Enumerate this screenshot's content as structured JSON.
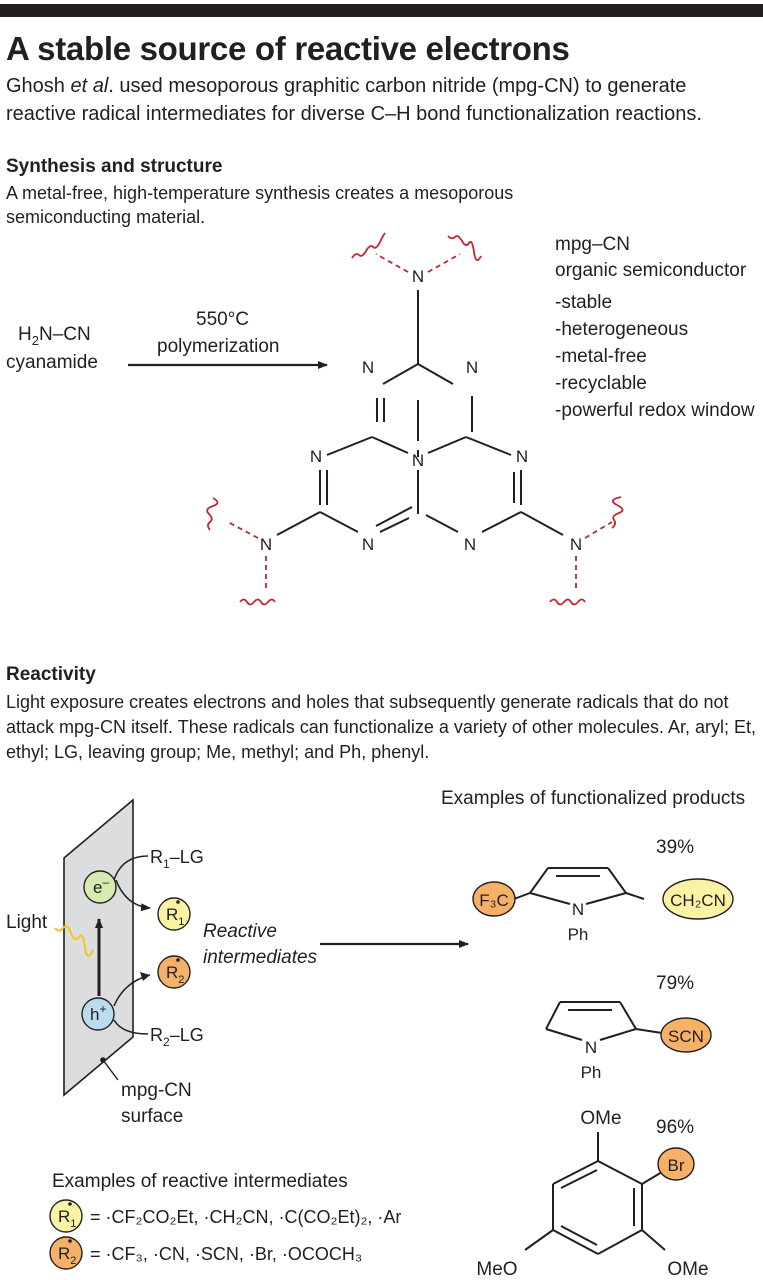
{
  "header": {
    "title": "A stable source of reactive electrons",
    "dek_author": "Ghosh",
    "dek_etal": "et al",
    "dek_rest": ". used mesoporous graphitic carbon nitride (mpg-CN) to generate reactive radical intermediates for diverse C–H bond functionalization reactions."
  },
  "synthesis": {
    "heading": "Synthesis and structure",
    "body": "A metal-free, high-temperature synthesis creates a mesoporous semiconducting material.",
    "reagent_h": "H",
    "reagent_sub": "2",
    "reagent_rest": "N–CN",
    "reagent_name": "cyanamide",
    "condition_temp": "550°C",
    "condition_process": "polymerization",
    "atom_n": "N",
    "material_name": "mpg–CN",
    "material_type": "organic semiconductor",
    "properties": [
      "-stable",
      "-heterogeneous",
      "-metal-free",
      "-recyclable",
      "-powerful redox window"
    ]
  },
  "reactivity": {
    "heading": "Reactivity",
    "body": "Light exposure creates electrons and holes that subsequently generate radicals that do not attack mpg-CN itself. These radicals can functionalize a variety of other molecules. Ar, aryl; Et, ethyl; LG, leaving group; Me, methyl; and Ph, phenyl.",
    "light_label": "Light",
    "electron": "e",
    "electron_sup": "–",
    "hole": "h",
    "hole_sup": "+",
    "r_letter": "R",
    "r1_sub": "1",
    "r2_sub": "2",
    "lg_label": "–LG",
    "intermediates_line1": "Reactive",
    "intermediates_line2": "intermediates",
    "surface_line1": "mpg-CN",
    "surface_line2": "surface",
    "examples_intermediates_title": "Examples of reactive intermediates",
    "r1_examples": "= ·CF₂CO₂Et, ·CH₂CN, ·C(CO₂Et)₂, ·Ar",
    "r2_examples": "= ·CF₃, ·CN, ·SCN, ·Br, ·OCOCH₃",
    "colors": {
      "r1_fill": "#faf3a4",
      "r2_fill": "#f6b169",
      "electron_fill": "#d6ebb0",
      "hole_fill": "#b9dcef",
      "surface_fill": "#dcdddf",
      "accent_red": "#c1272d",
      "light_yellow": "#f5c31c"
    }
  },
  "products": {
    "title": "Examples of functionalized products",
    "p1_yield": "39%",
    "p1_left_group": "F₃C",
    "p1_right_group": "CH₂CN",
    "p1_n": "N",
    "p1_ph": "Ph",
    "p2_yield": "79%",
    "p2_group": "SCN",
    "p2_n": "N",
    "p2_ph": "Ph",
    "p3_yield": "96%",
    "p3_top": "OMe",
    "p3_group": "Br",
    "p3_left": "MeO",
    "p3_right": "OMe"
  }
}
